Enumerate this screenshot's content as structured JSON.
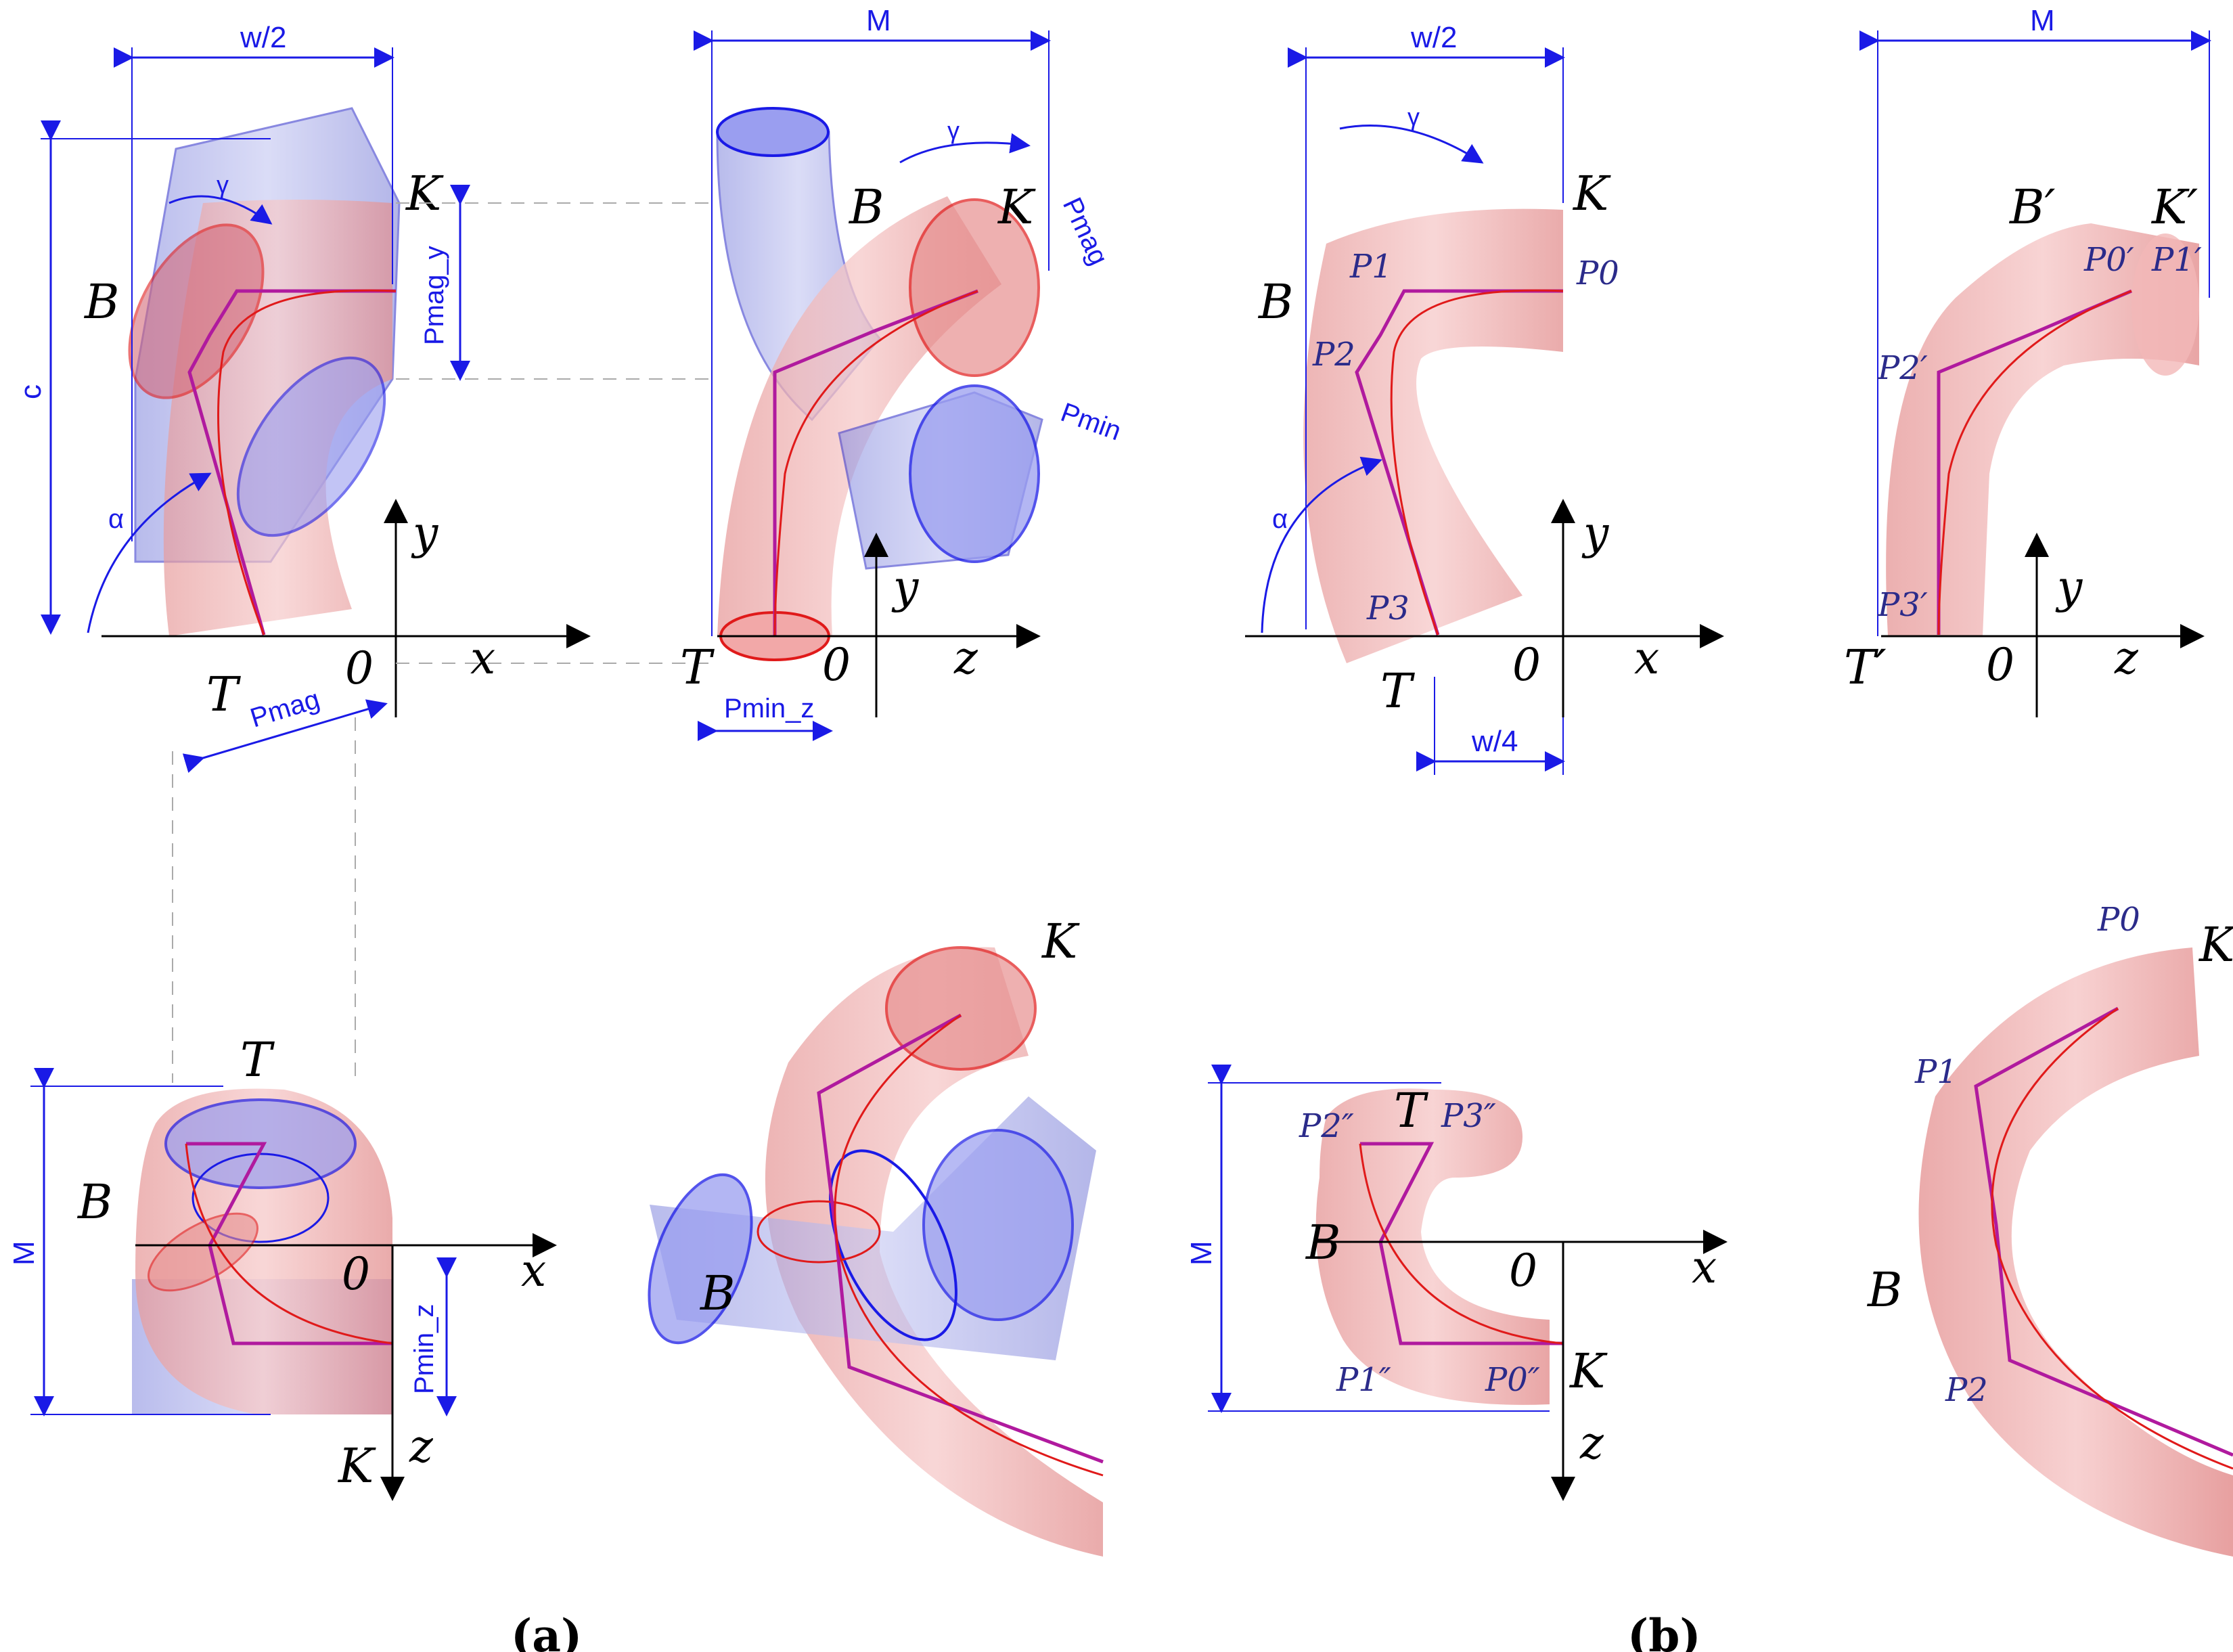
{
  "figure": {
    "panel_a": {
      "caption": "(a)",
      "front_view": {
        "dims": {
          "half_width": "w/2",
          "height": "c",
          "p_mag_y": "Pmag_y",
          "p_mag": "Pmag"
        },
        "angles": {
          "alpha": "α",
          "gamma": "γ"
        },
        "points": {
          "K": "K",
          "B": "B",
          "T": "T",
          "origin": "0"
        },
        "axes": {
          "x": "x",
          "y": "y"
        }
      },
      "side_view": {
        "dims": {
          "M": "M",
          "p_min_z": "Pmin_z",
          "p_mag": "Pmag",
          "p_min": "Pmin"
        },
        "angles": {
          "gamma": "γ"
        },
        "points": {
          "B": "B",
          "K": "K",
          "T": "T",
          "origin": "0"
        },
        "axes": {
          "z": "z",
          "y": "y"
        }
      },
      "top_view": {
        "dims": {
          "M": "M",
          "p_min_z": "Pmin_z"
        },
        "points": {
          "T": "T",
          "B": "B",
          "K": "K",
          "origin": "0"
        },
        "axes": {
          "x": "x",
          "z": "z"
        }
      },
      "iso_view": {
        "points": {
          "K": "K",
          "B": "B"
        }
      }
    },
    "panel_b": {
      "caption": "(b)",
      "front_view": {
        "dims": {
          "half_width": "w/2",
          "quarter_width": "w/4"
        },
        "angles": {
          "alpha": "α",
          "gamma": "γ"
        },
        "points": {
          "K": "K",
          "B": "B",
          "T": "T",
          "origin": "0",
          "P0": "P0",
          "P1": "P1",
          "P2": "P2",
          "P3": "P3"
        },
        "axes": {
          "x": "x",
          "y": "y"
        }
      },
      "side_view": {
        "dims": {
          "M": "M"
        },
        "points": {
          "B": "B′",
          "K": "K′",
          "T": "T′",
          "origin": "0",
          "P0": "P0′",
          "P1": "P1′",
          "P2": "P2′",
          "P3": "P3′"
        },
        "axes": {
          "z": "z",
          "y": "y"
        }
      },
      "top_view": {
        "dims": {
          "M": "M"
        },
        "points": {
          "T": "T",
          "B": "B",
          "K": "K",
          "origin": "0",
          "P0": "P0″",
          "P1": "P1″",
          "P2": "P2″",
          "P3": "P3″"
        },
        "axes": {
          "x": "x",
          "z": "z"
        }
      },
      "iso_view": {
        "points": {
          "P0": "P0",
          "P1": "P1",
          "P2": "P2",
          "K": "K",
          "B": "B"
        }
      }
    }
  },
  "colors": {
    "tube_pink": "#e9a3a3",
    "tube_blue": "#8f93e0",
    "outline_red": "#e01a1a",
    "dim_blue": "#1a1ae6",
    "polyline": "#b01a9e"
  }
}
